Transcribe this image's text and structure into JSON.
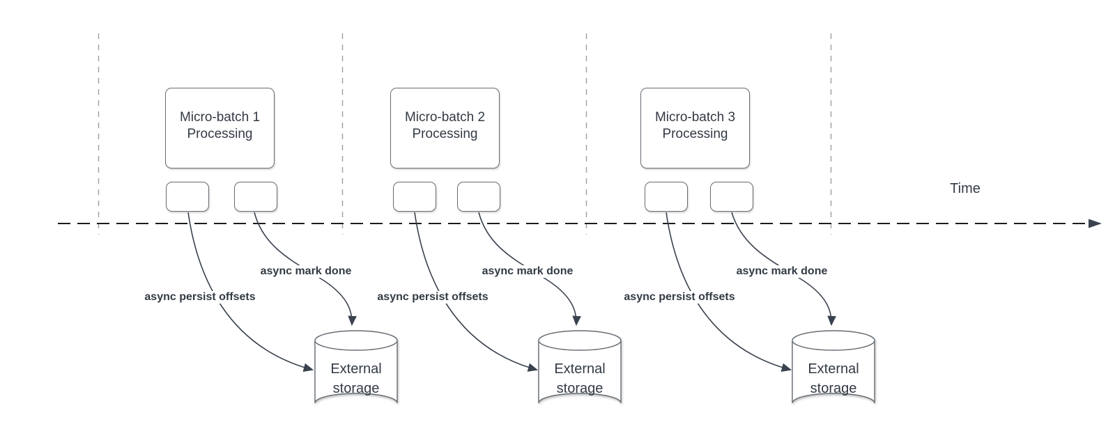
{
  "diagram": {
    "time_axis": {
      "label": "Time"
    },
    "batches": [
      {
        "box_label": "Micro-batch 1 Processing",
        "persist_label": "async persist offsets",
        "done_label": "async mark done",
        "storage_label": "External storage"
      },
      {
        "box_label": "Micro-batch 2 Processing",
        "persist_label": "async persist offsets",
        "done_label": "async mark done",
        "storage_label": "External storage"
      },
      {
        "box_label": "Micro-batch 3 Processing",
        "persist_label": "async persist offsets",
        "done_label": "async mark done",
        "storage_label": "External storage"
      }
    ],
    "colors": {
      "bg": "#ffffff",
      "text": "#333a44",
      "edge": "#3a424e",
      "axis": "#1c1c1c",
      "guide": "#a0a3a8",
      "shape-border": "#666c73"
    }
  }
}
